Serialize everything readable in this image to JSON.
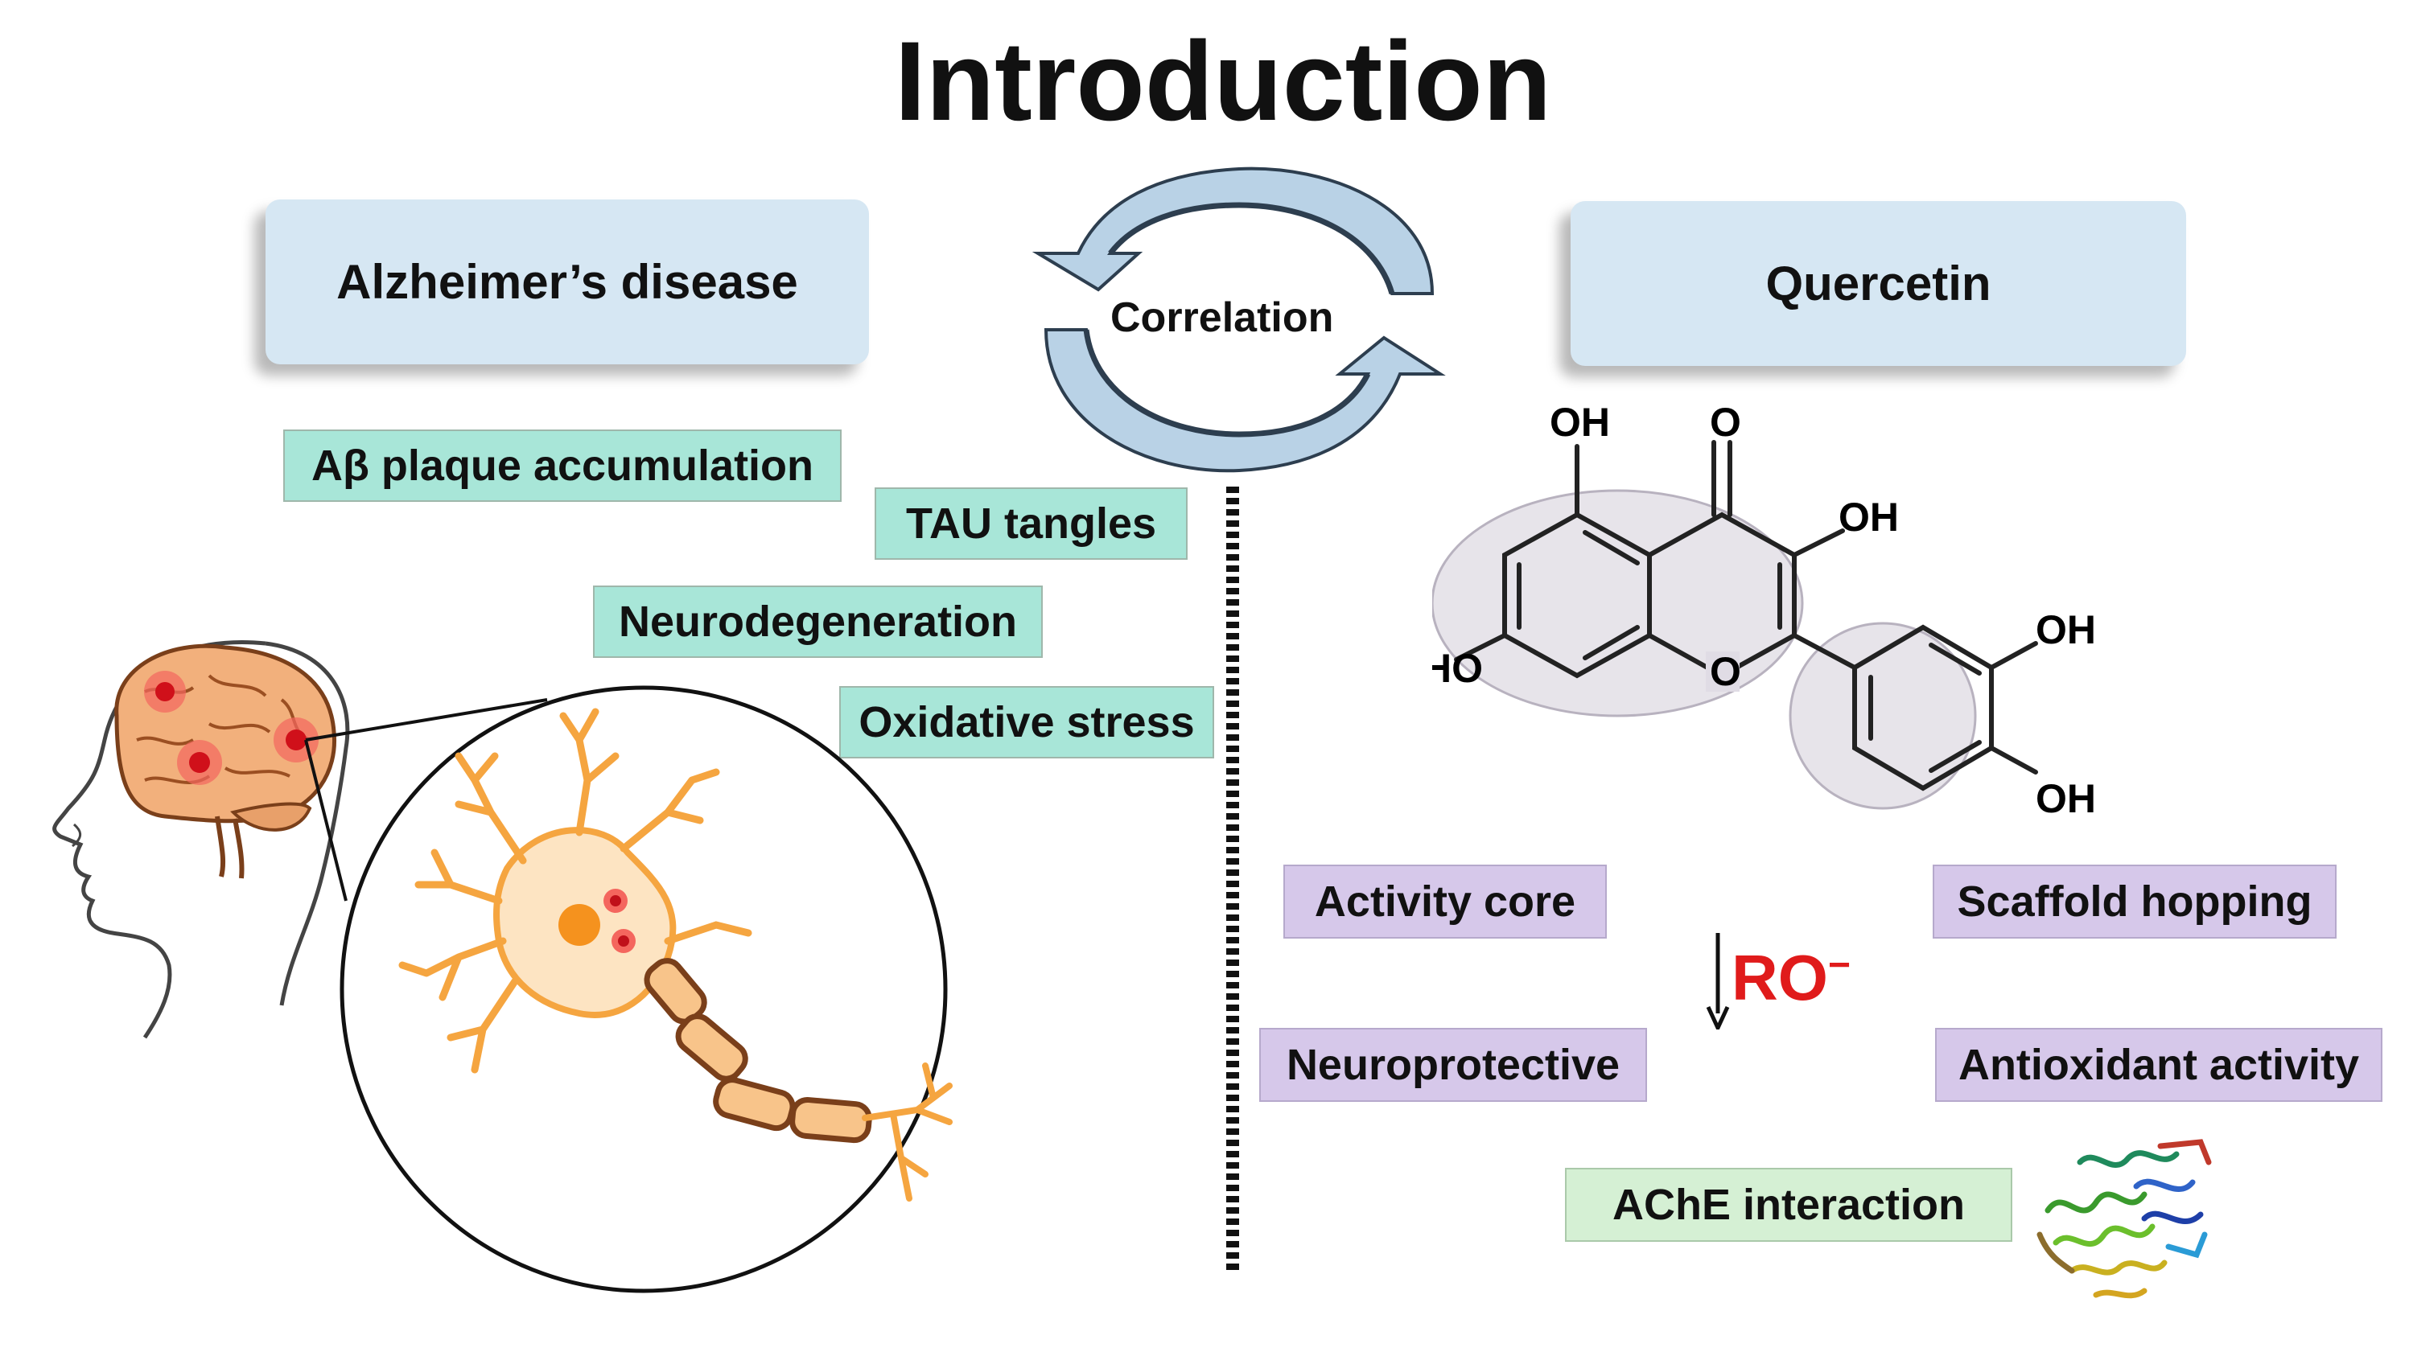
{
  "title": "Introduction",
  "left_header": "Alzheimer’s disease",
  "right_header": "Quercetin",
  "center_label": "Correlation",
  "alzheimer_tags": [
    "Aβ plaque accumulation",
    "TAU tangles",
    "Neurodegeneration",
    "Oxidative stress"
  ],
  "quercetin_tags": {
    "activity_core": "Activity core",
    "scaffold_hopping": "Scaffold hopping",
    "neuroprotective": "Neuroprotective",
    "antioxidant_activity": "Antioxidant activity",
    "ache_interaction": "AChE interaction"
  },
  "ro_label": "RO",
  "ro_superscript": "−",
  "molecule_labels": {
    "oh_top": "OH",
    "o_ketone": "O",
    "oh_c3": "OH",
    "ho_c7": "HO",
    "o_ring": "O",
    "oh_c3p": "OH",
    "oh_c4p": "OH"
  },
  "colors": {
    "header_fill": "#d6e7f3",
    "alzheimer_tag_fill": "#a8e6d8",
    "quercetin_tag_fill": "#d6c8ea",
    "ache_tag_fill": "#d5f0d4",
    "neuron_color": "#f5a540",
    "ro_color": "#e01b1b",
    "arrow_fill": "#b9d2e6"
  },
  "icons": [
    "head-silhouette-icon",
    "brain-icon",
    "neuron-icon",
    "protein-structure-icon",
    "cycle-arrows-icon",
    "down-arrow-icon"
  ]
}
